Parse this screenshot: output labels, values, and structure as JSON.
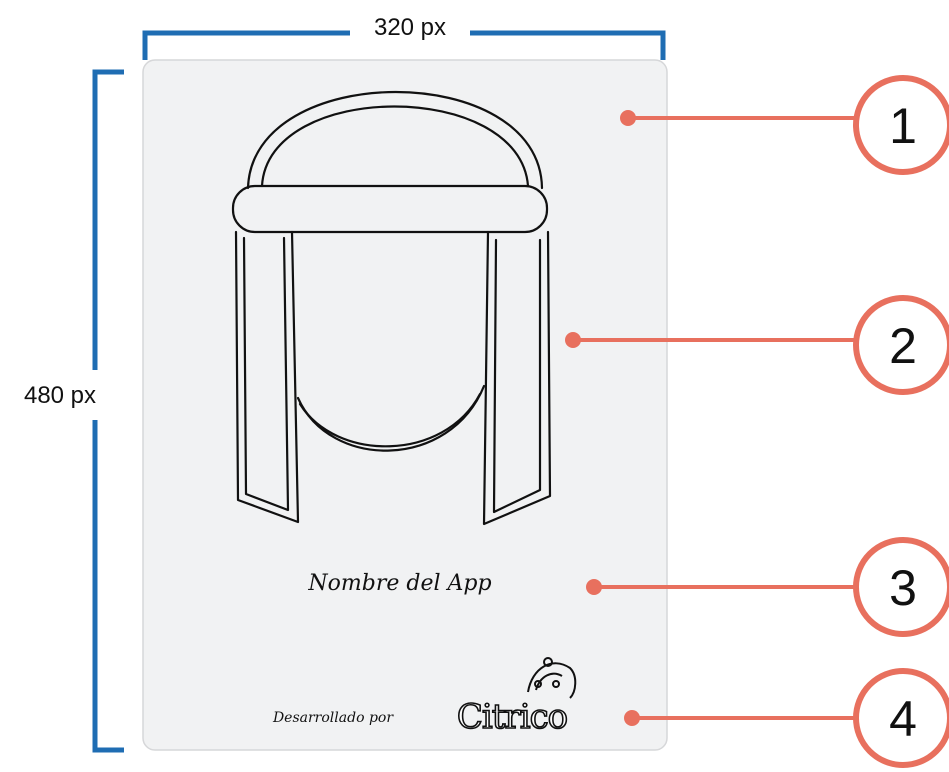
{
  "dimensions": {
    "width_label": "320 px",
    "height_label": "480 px"
  },
  "sketch": {
    "app_name": "Nombre del App",
    "developed_by": "Desarrollado por",
    "brand": "Citrico"
  },
  "callouts": [
    {
      "number": "1"
    },
    {
      "number": "2"
    },
    {
      "number": "3"
    },
    {
      "number": "4"
    }
  ],
  "colors": {
    "bracket": "#1f6db3",
    "callout": "#e8705e",
    "paper": "#f1f2f3",
    "ink": "#111111"
  }
}
